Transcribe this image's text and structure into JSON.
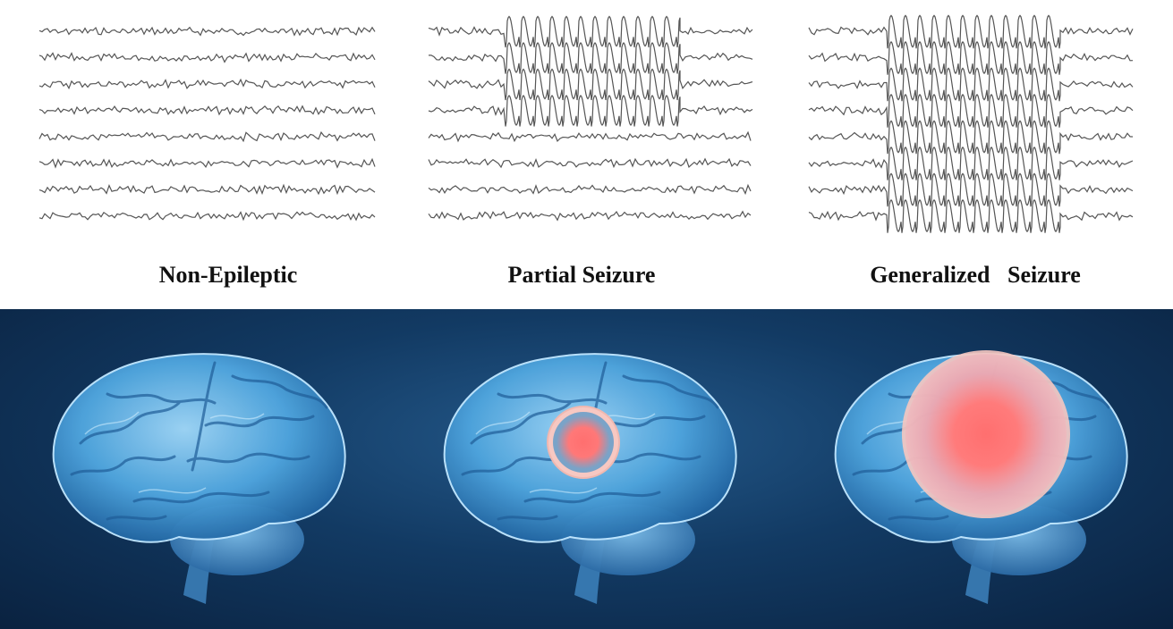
{
  "labels": {
    "non_epileptic": "Non-Epileptic",
    "partial": "Partial Seizure",
    "generalized": "Generalized   Seizure"
  },
  "eeg": {
    "non_epileptic_seizure_channels": 0,
    "partial_seizure_channels": 4,
    "generalized_seizure_channels": 8,
    "channel_count": 8
  },
  "colors": {
    "trace": "#555555",
    "background": "#0e2c4f",
    "brain": "#5fb0e6",
    "seizure_focus": "#ff7b7b",
    "seizure_ring": "#f6c6c0"
  },
  "icons": [
    "brain-icon",
    "seizure-focus-icon"
  ]
}
